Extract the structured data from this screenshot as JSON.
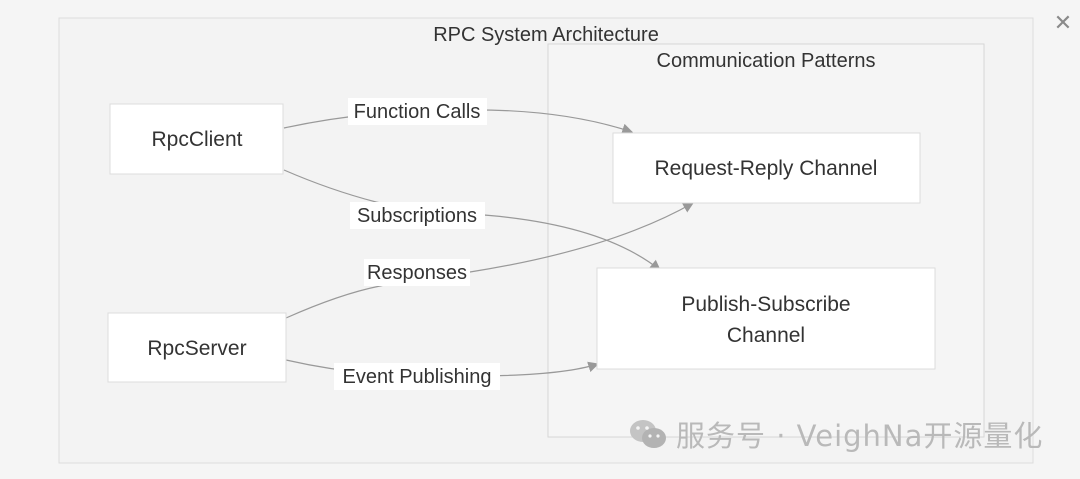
{
  "diagram": {
    "title": "RPC System Architecture",
    "group_title": "Communication Patterns",
    "nodes": {
      "client": "RpcClient",
      "server": "RpcServer",
      "req_reply": "Request-Reply Channel",
      "pub_sub_line1": "Publish-Subscribe",
      "pub_sub_line2": "Channel"
    },
    "edges": {
      "function_calls": "Function Calls",
      "subscriptions": "Subscriptions",
      "responses": "Responses",
      "event_publishing": "Event Publishing"
    }
  },
  "window": {
    "close_glyph": "✕"
  },
  "watermark": {
    "text": "服务号 · VeighNa开源量化",
    "icon": "wechat-icon"
  }
}
